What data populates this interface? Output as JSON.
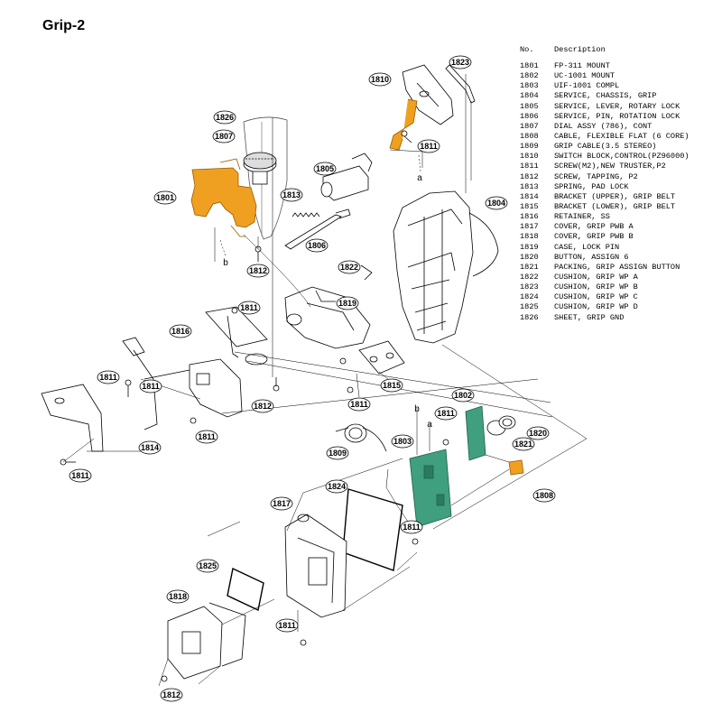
{
  "title": "Grip-2",
  "parts_table": {
    "header_no": "No.",
    "header_desc": "Description",
    "rows": [
      {
        "no": "1801",
        "desc": "FP-311 MOUNT"
      },
      {
        "no": "1802",
        "desc": "UC-1001 MOUNT"
      },
      {
        "no": "1803",
        "desc": "UIF-1001 COMPL"
      },
      {
        "no": "1804",
        "desc": "SERVICE, CHASSIS, GRIP"
      },
      {
        "no": "1805",
        "desc": "SERVICE, LEVER, ROTARY LOCK"
      },
      {
        "no": "1806",
        "desc": "SERVICE, PIN, ROTATION LOCK"
      },
      {
        "no": "1807",
        "desc": "DIAL ASSY (786), CONT"
      },
      {
        "no": "1808",
        "desc": "CABLE, FLEXIBLE FLAT (6 CORE)"
      },
      {
        "no": "1809",
        "desc": "GRIP CABLE(3.5 STEREO)"
      },
      {
        "no": "1810",
        "desc": "SWITCH BLOCK,CONTROL(PZ96000)"
      },
      {
        "no": "1811",
        "desc": "SCREW(M2),NEW TRUSTER,P2"
      },
      {
        "no": "1812",
        "desc": "SCREW, TAPPING, P2"
      },
      {
        "no": "1813",
        "desc": "SPRING, PAD LOCK"
      },
      {
        "no": "1814",
        "desc": "BRACKET (UPPER), GRIP BELT"
      },
      {
        "no": "1815",
        "desc": "BRACKET (LOWER), GRIP BELT"
      },
      {
        "no": "1816",
        "desc": "RETAINER, SS"
      },
      {
        "no": "1817",
        "desc": "COVER, GRIP PWB A"
      },
      {
        "no": "1818",
        "desc": "COVER, GRIP PWB B"
      },
      {
        "no": "1819",
        "desc": "CASE, LOCK PIN"
      },
      {
        "no": "1820",
        "desc": "BUTTON, ASSIGN 6"
      },
      {
        "no": "1821",
        "desc": "PACKING, GRIP ASSIGN BUTTON"
      },
      {
        "no": "1822",
        "desc": "CUSHION, GRIP WP A"
      },
      {
        "no": "1823",
        "desc": "CUSHION, GRIP WP B"
      },
      {
        "no": "1824",
        "desc": "CUSHION, GRIP WP C"
      },
      {
        "no": "1825",
        "desc": "CUSHION, GRIP WP D"
      },
      {
        "no": "1826",
        "desc": "SHEET, GRIP GND"
      }
    ]
  },
  "callouts": [
    "1801",
    "1802",
    "1803",
    "1804",
    "1805",
    "1806",
    "1807",
    "1808",
    "1809",
    "1810",
    "1811",
    "1812",
    "1813",
    "1814",
    "1815",
    "1816",
    "1817",
    "1818",
    "1819",
    "1820",
    "1821",
    "1822",
    "1823",
    "1824",
    "1825",
    "1826"
  ],
  "connector_marks": [
    "a",
    "b"
  ],
  "colors": {
    "flex_orange": "#f0a020",
    "pwb_green": "#3f9f7f",
    "line": "#000000"
  }
}
